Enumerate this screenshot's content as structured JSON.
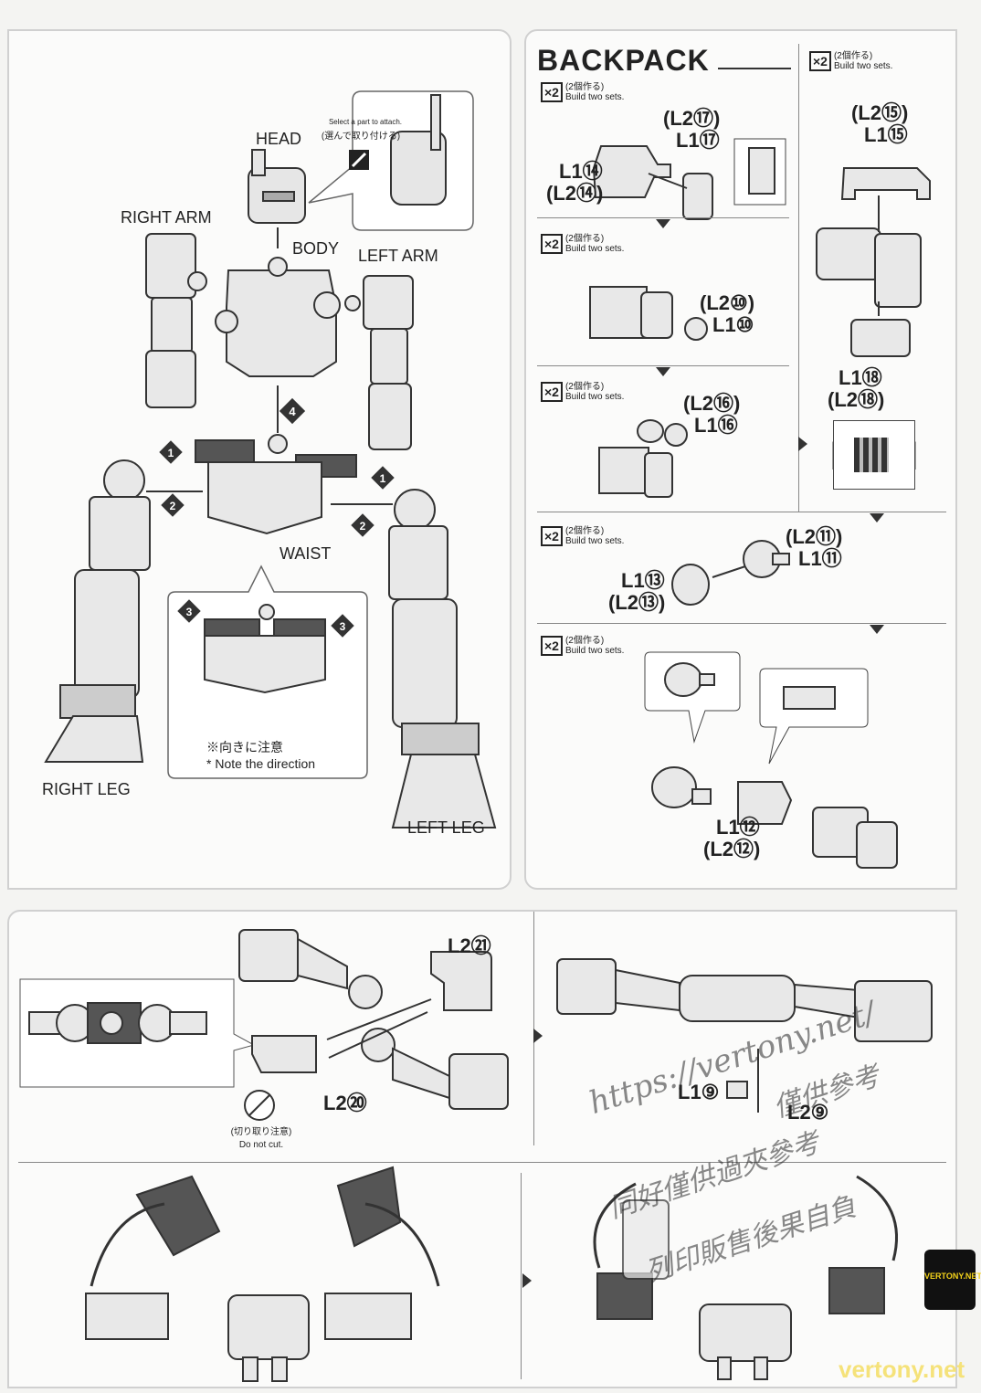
{
  "left_panel": {
    "head": "HEAD",
    "body": "BODY",
    "right_arm": "RIGHT ARM",
    "left_arm": "LEFT ARM",
    "waist": "WAIST",
    "right_leg": "RIGHT LEG",
    "left_leg": "LEFT LEG",
    "select_part_en": "Select a part to attach.",
    "select_part_jp": "(選んで取り付ける)",
    "note_jp": "※向きに注意",
    "note_en": "* Note the direction",
    "steps": [
      "1",
      "2",
      "3",
      "4"
    ]
  },
  "backpack": {
    "title": "BACKPACK",
    "x2": "×2",
    "build_jp": "(2個作る)",
    "build_en": "Build two sets.",
    "parts": {
      "p17a": "(L2⑰)",
      "p17b": "L1⑰",
      "p14a": "L1⑭",
      "p14b": "(L2⑭)",
      "p10a": "(L2⑩)",
      "p10b": "L1⑩",
      "p16a": "(L2⑯)",
      "p16b": "L1⑯",
      "p15a": "(L2⑮)",
      "p15b": "L1⑮",
      "p18a": "L1⑱",
      "p18b": "(L2⑱)",
      "p11a": "(L2⑪)",
      "p11b": "L1⑪",
      "p13a": "L1⑬",
      "p13b": "(L2⑬)",
      "p12a": "L1⑫",
      "p12b": "(L2⑫)"
    }
  },
  "bottom": {
    "p21": "L2㉑",
    "p20": "L2⑳",
    "p9a": "L1⑨",
    "p9b": "L2⑨",
    "do_not_cut_jp": "(切り取り注意)",
    "do_not_cut_en": "Do not cut."
  },
  "watermark": {
    "url": "https://vertony.net/",
    "cn1": "僅供參考",
    "cn2": "同好僅供過夾參考",
    "cn3": "列印販售後果自負",
    "logo": "VERTONY.NET",
    "footer": "vertony.net"
  }
}
